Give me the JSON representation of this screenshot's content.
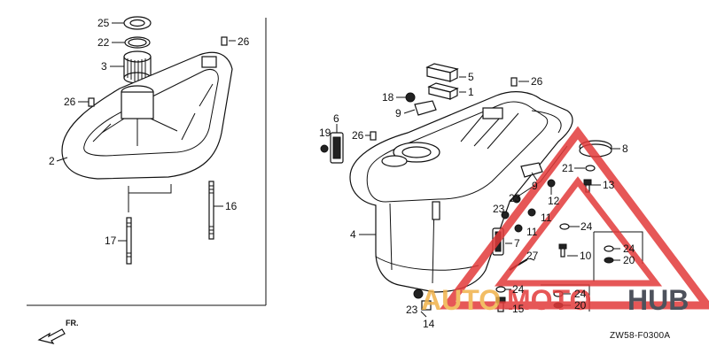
{
  "diagram_code": "ZW58-F0300A",
  "front_marker": "FR.",
  "watermark": {
    "left": "AUTO",
    "right": "HUB",
    "middle": "MOTO",
    "triangle_color": "#e23a3a",
    "auto_color": "#f0b24a",
    "hub_color": "#2f3440"
  },
  "labels": {
    "c25": "25",
    "c22": "22",
    "c3": "3",
    "c26a": "26",
    "c2": "2",
    "c16": "16",
    "c17": "17",
    "c26b": "26",
    "c5": "5",
    "c1": "1",
    "c18": "18",
    "c9": "9",
    "c26c": "26",
    "c6": "6",
    "c19": "19",
    "c26d": "26",
    "c8": "8",
    "c21": "21",
    "c13": "13",
    "c9b": "9",
    "c12": "12",
    "c23a": "23",
    "c23b": "23",
    "c11a": "11",
    "c11b": "11",
    "c4": "4",
    "c24a": "24",
    "c7": "7",
    "c24b": "24",
    "c20a": "20",
    "c27": "27",
    "c10": "10",
    "c24c": "24",
    "c24d": "24",
    "c20b": "20",
    "c23c": "23",
    "c15": "15",
    "c14": "14"
  }
}
